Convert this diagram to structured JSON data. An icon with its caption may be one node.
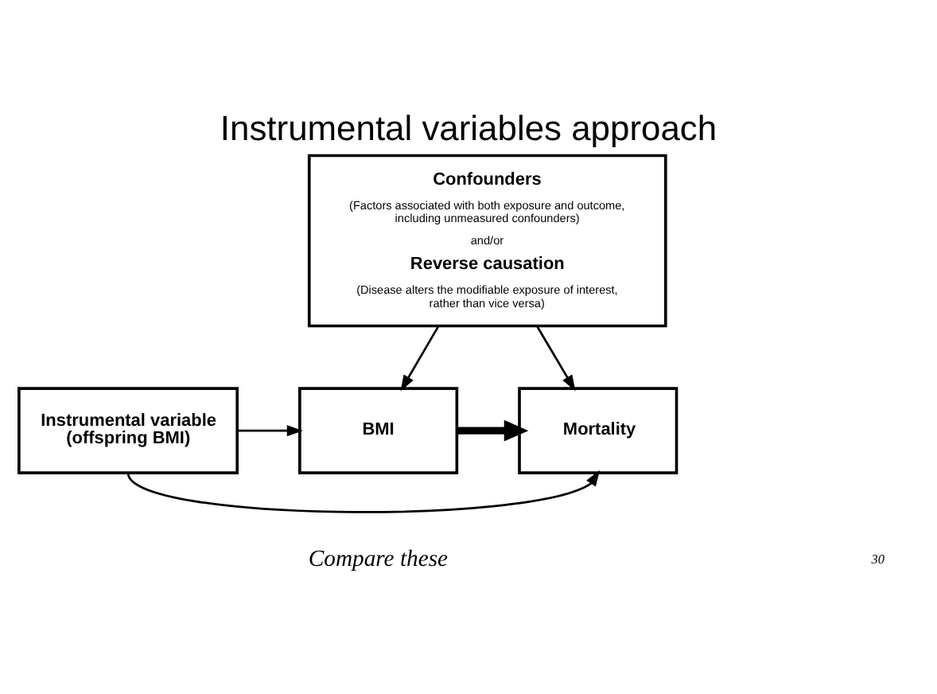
{
  "diagram": {
    "title": "Instrumental variables approach",
    "nodes": [
      {
        "text": [
          "Confounders",
          "(Factors associated with both exposure and outcome, including unmeasured confounders)",
          "and/or",
          "Reverse causation",
          "(Disease alters the modifiable exposure of interest, rather than vice versa)"
        ]
      },
      {
        "text": [
          "Instrumental variable (offspring BMI)"
        ]
      },
      {
        "text": [
          "BMI"
        ]
      },
      {
        "text": [
          "Mortality"
        ]
      }
    ],
    "edges": [
      {
        "from": 0,
        "to": 2,
        "arrow": "to"
      },
      {
        "from": 0,
        "to": 3,
        "arrow": "to"
      },
      {
        "from": 1,
        "to": 2,
        "arrow": "to"
      },
      {
        "from": 2,
        "to": 3,
        "arrow": "to",
        "style": "thick"
      },
      {
        "from": 1,
        "to": 3,
        "arrow": "to"
      }
    ],
    "labels": [
      "Compare these",
      "30"
    ]
  }
}
